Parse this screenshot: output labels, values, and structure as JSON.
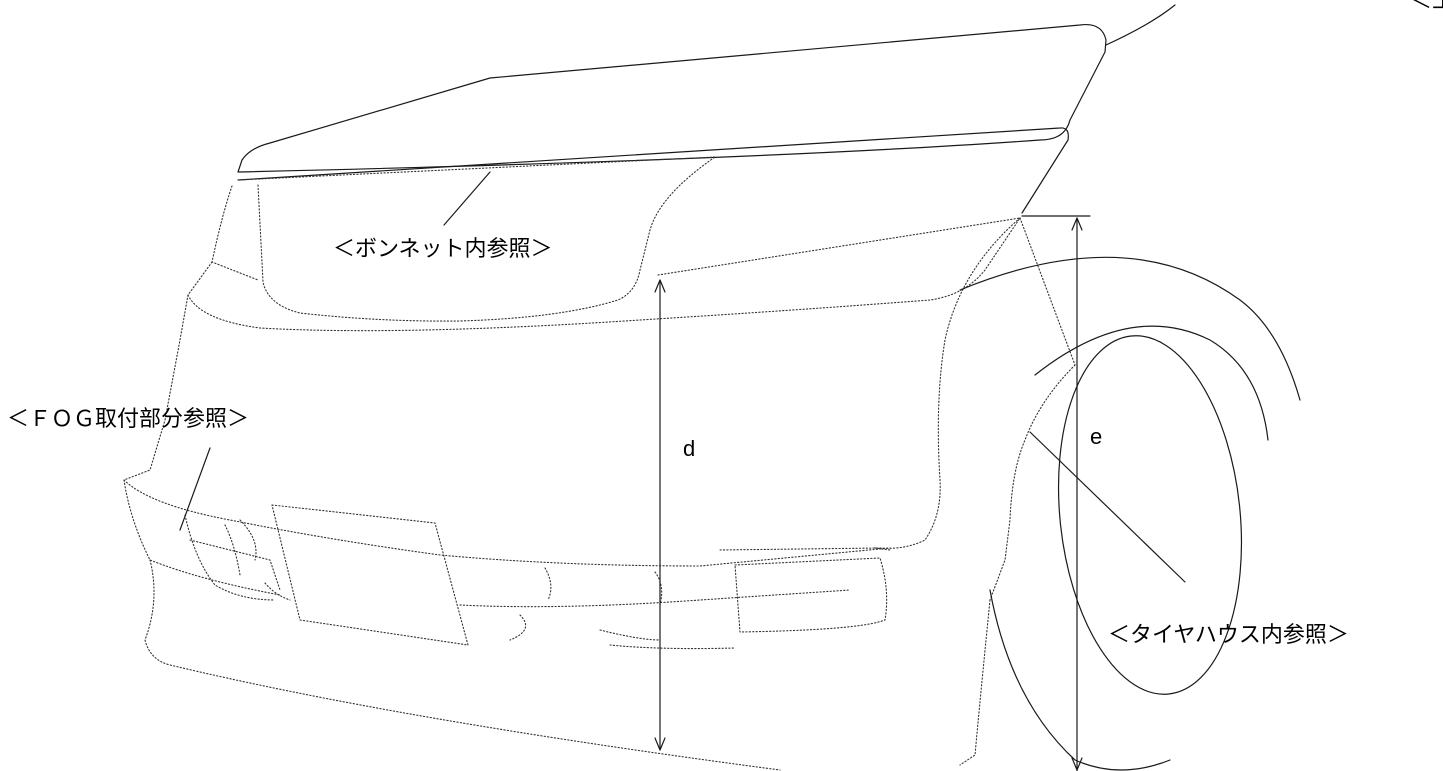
{
  "labels": {
    "corner": "＜工作図",
    "bonnet": "＜ボンネット内参照＞",
    "fog": "＜ＦＯＧ取付部分参照＞",
    "tire_house": "＜タイヤハウス内参照＞",
    "dim_d": "d",
    "dim_e": "e"
  },
  "colors": {
    "line": "#1a1a1a",
    "background": "#ffffff"
  }
}
